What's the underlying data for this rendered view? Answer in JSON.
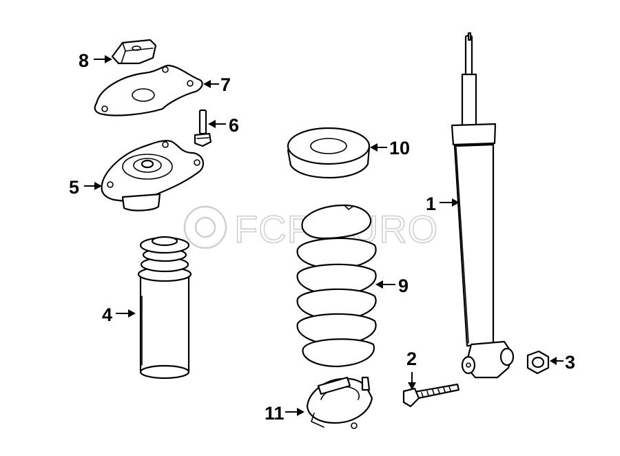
{
  "watermark": {
    "text": "FCP EURO"
  },
  "callouts": [
    {
      "id": "c1",
      "label": "1"
    },
    {
      "id": "c2",
      "label": "2"
    },
    {
      "id": "c3",
      "label": "3"
    },
    {
      "id": "c4",
      "label": "4"
    },
    {
      "id": "c5",
      "label": "5"
    },
    {
      "id": "c6",
      "label": "6"
    },
    {
      "id": "c7",
      "label": "7"
    },
    {
      "id": "c8",
      "label": "8"
    },
    {
      "id": "c9",
      "label": "9"
    },
    {
      "id": "c10",
      "label": "10"
    },
    {
      "id": "c11",
      "label": "11"
    }
  ]
}
